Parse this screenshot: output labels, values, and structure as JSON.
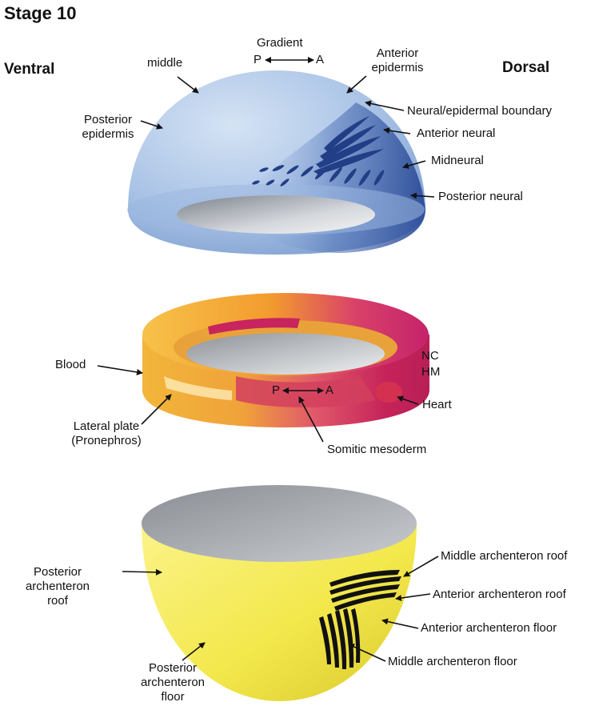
{
  "title": "Stage 10",
  "orientation": {
    "ventral": "Ventral",
    "dorsal": "Dorsal"
  },
  "gradient": {
    "label": "Gradient",
    "p": "P",
    "a": "A"
  },
  "ectoderm": {
    "middle": "middle",
    "anterior_epidermis_1": "Anterior",
    "anterior_epidermis_2": "epidermis",
    "posterior_epidermis_1": "Posterior",
    "posterior_epidermis_2": "epidermis",
    "neural_epidermal_boundary": "Neural/epidermal boundary",
    "anterior_neural": "Anterior neural",
    "midneural": "Midneural",
    "posterior_neural": "Posterior neural"
  },
  "mesoderm": {
    "blood": "Blood",
    "nc": "NC",
    "hm": "HM",
    "p": "P",
    "a": "A",
    "heart": "Heart",
    "lateral_plate_1": "Lateral plate",
    "lateral_plate_2": "(Pronephros)",
    "somitic_mesoderm": "Somitic mesoderm"
  },
  "endoderm": {
    "posterior_roof_1": "Posterior",
    "posterior_roof_2": "archenteron",
    "posterior_roof_3": "roof",
    "middle_roof": "Middle archenteron roof",
    "anterior_roof": "Anterior archenteron roof",
    "anterior_floor": "Anterior archenteron floor",
    "middle_floor": "Middle archenteron floor",
    "posterior_floor_1": "Posterior",
    "posterior_floor_2": "archenteron",
    "posterior_floor_3": "floor"
  },
  "colors": {
    "ectoderm": "#a9c3e6",
    "neural": "#2f4f9a",
    "mesoderm_orange": "#f2a12c",
    "mesoderm_red": "#c4265a",
    "endoderm": "#f3e74a",
    "cut_face": "#a8acb2"
  }
}
